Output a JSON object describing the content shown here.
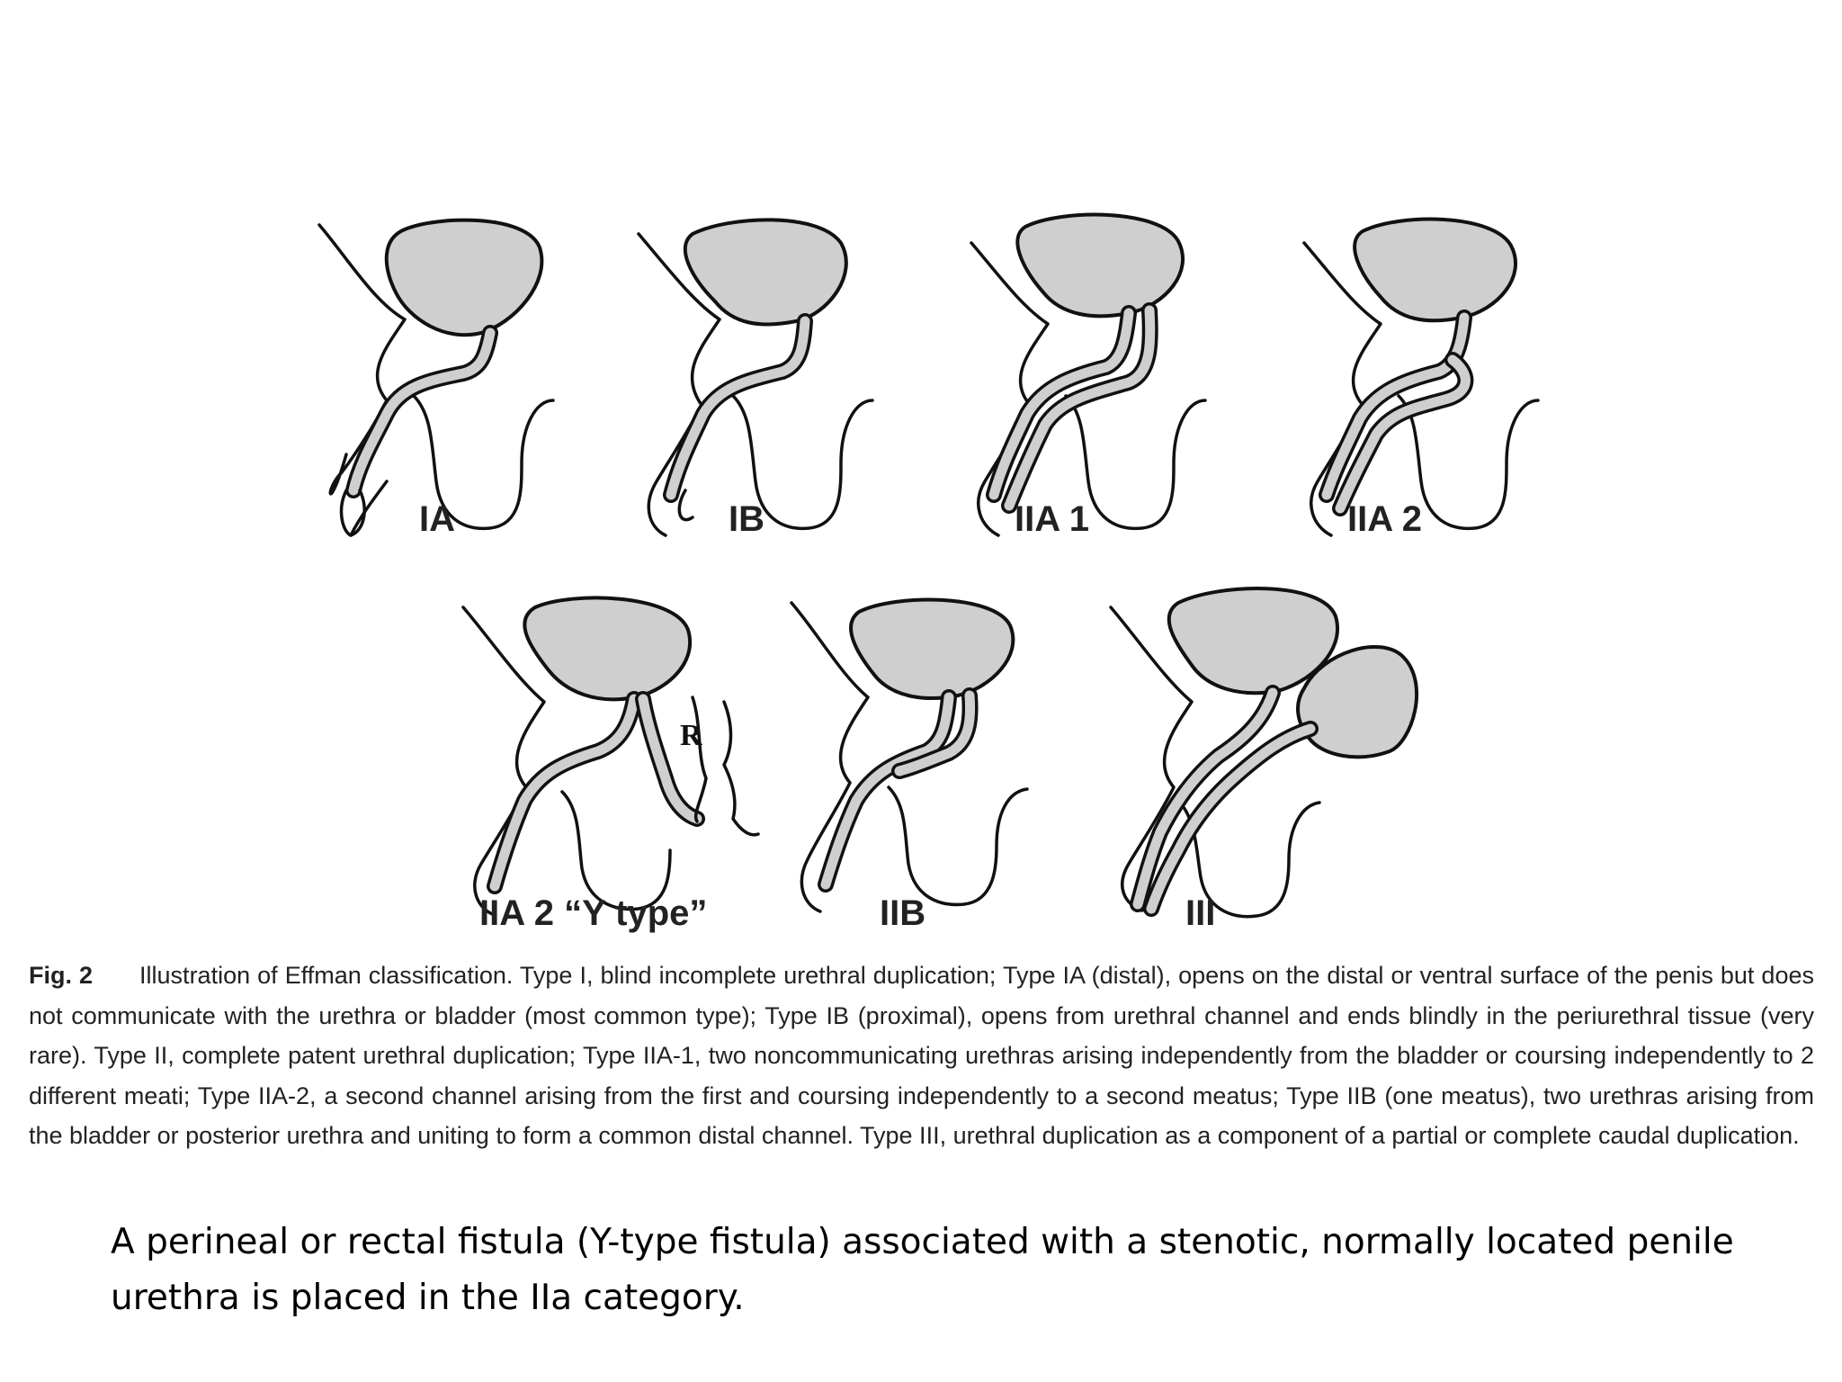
{
  "diagram": {
    "panels": [
      {
        "label": "IA"
      },
      {
        "label": "IB"
      },
      {
        "label": "IIA 1"
      },
      {
        "label": "IIA 2"
      },
      {
        "label": "IIA 2 “Y type”",
        "inset_letter": "R"
      },
      {
        "label": "IIB"
      },
      {
        "label": "III"
      }
    ]
  },
  "caption": {
    "fig_label": "Fig. 2",
    "text": "Illustration of Effman classification. Type I, blind incomplete urethral duplication; Type IA (distal), opens on the distal or ventral surface of the penis but does not communicate with the urethra or bladder (most common type); Type IB (proximal), opens from urethral channel and ends blindly in the periurethral tissue (very rare). Type II, complete patent urethral duplication; Type IIA-1, two noncommunicating urethras arising independently from the bladder or coursing independently to 2 different meati; Type IIA-2, a second channel arising from the first and coursing independently to a second meatus; Type IIB (one meatus), two urethras arising from the bladder or posterior urethra and uniting to form a common distal channel. Type III, urethral duplication as a component of a partial or complete caudal duplication."
  },
  "note": {
    "text": "A perineal or rectal fistula (Y-type fistula) associated with a stenotic, normally located penile urethra is placed in the IIa category."
  },
  "colors": {
    "bladder_fill": "#cfcfcf",
    "line": "#111111",
    "background": "#ffffff"
  }
}
